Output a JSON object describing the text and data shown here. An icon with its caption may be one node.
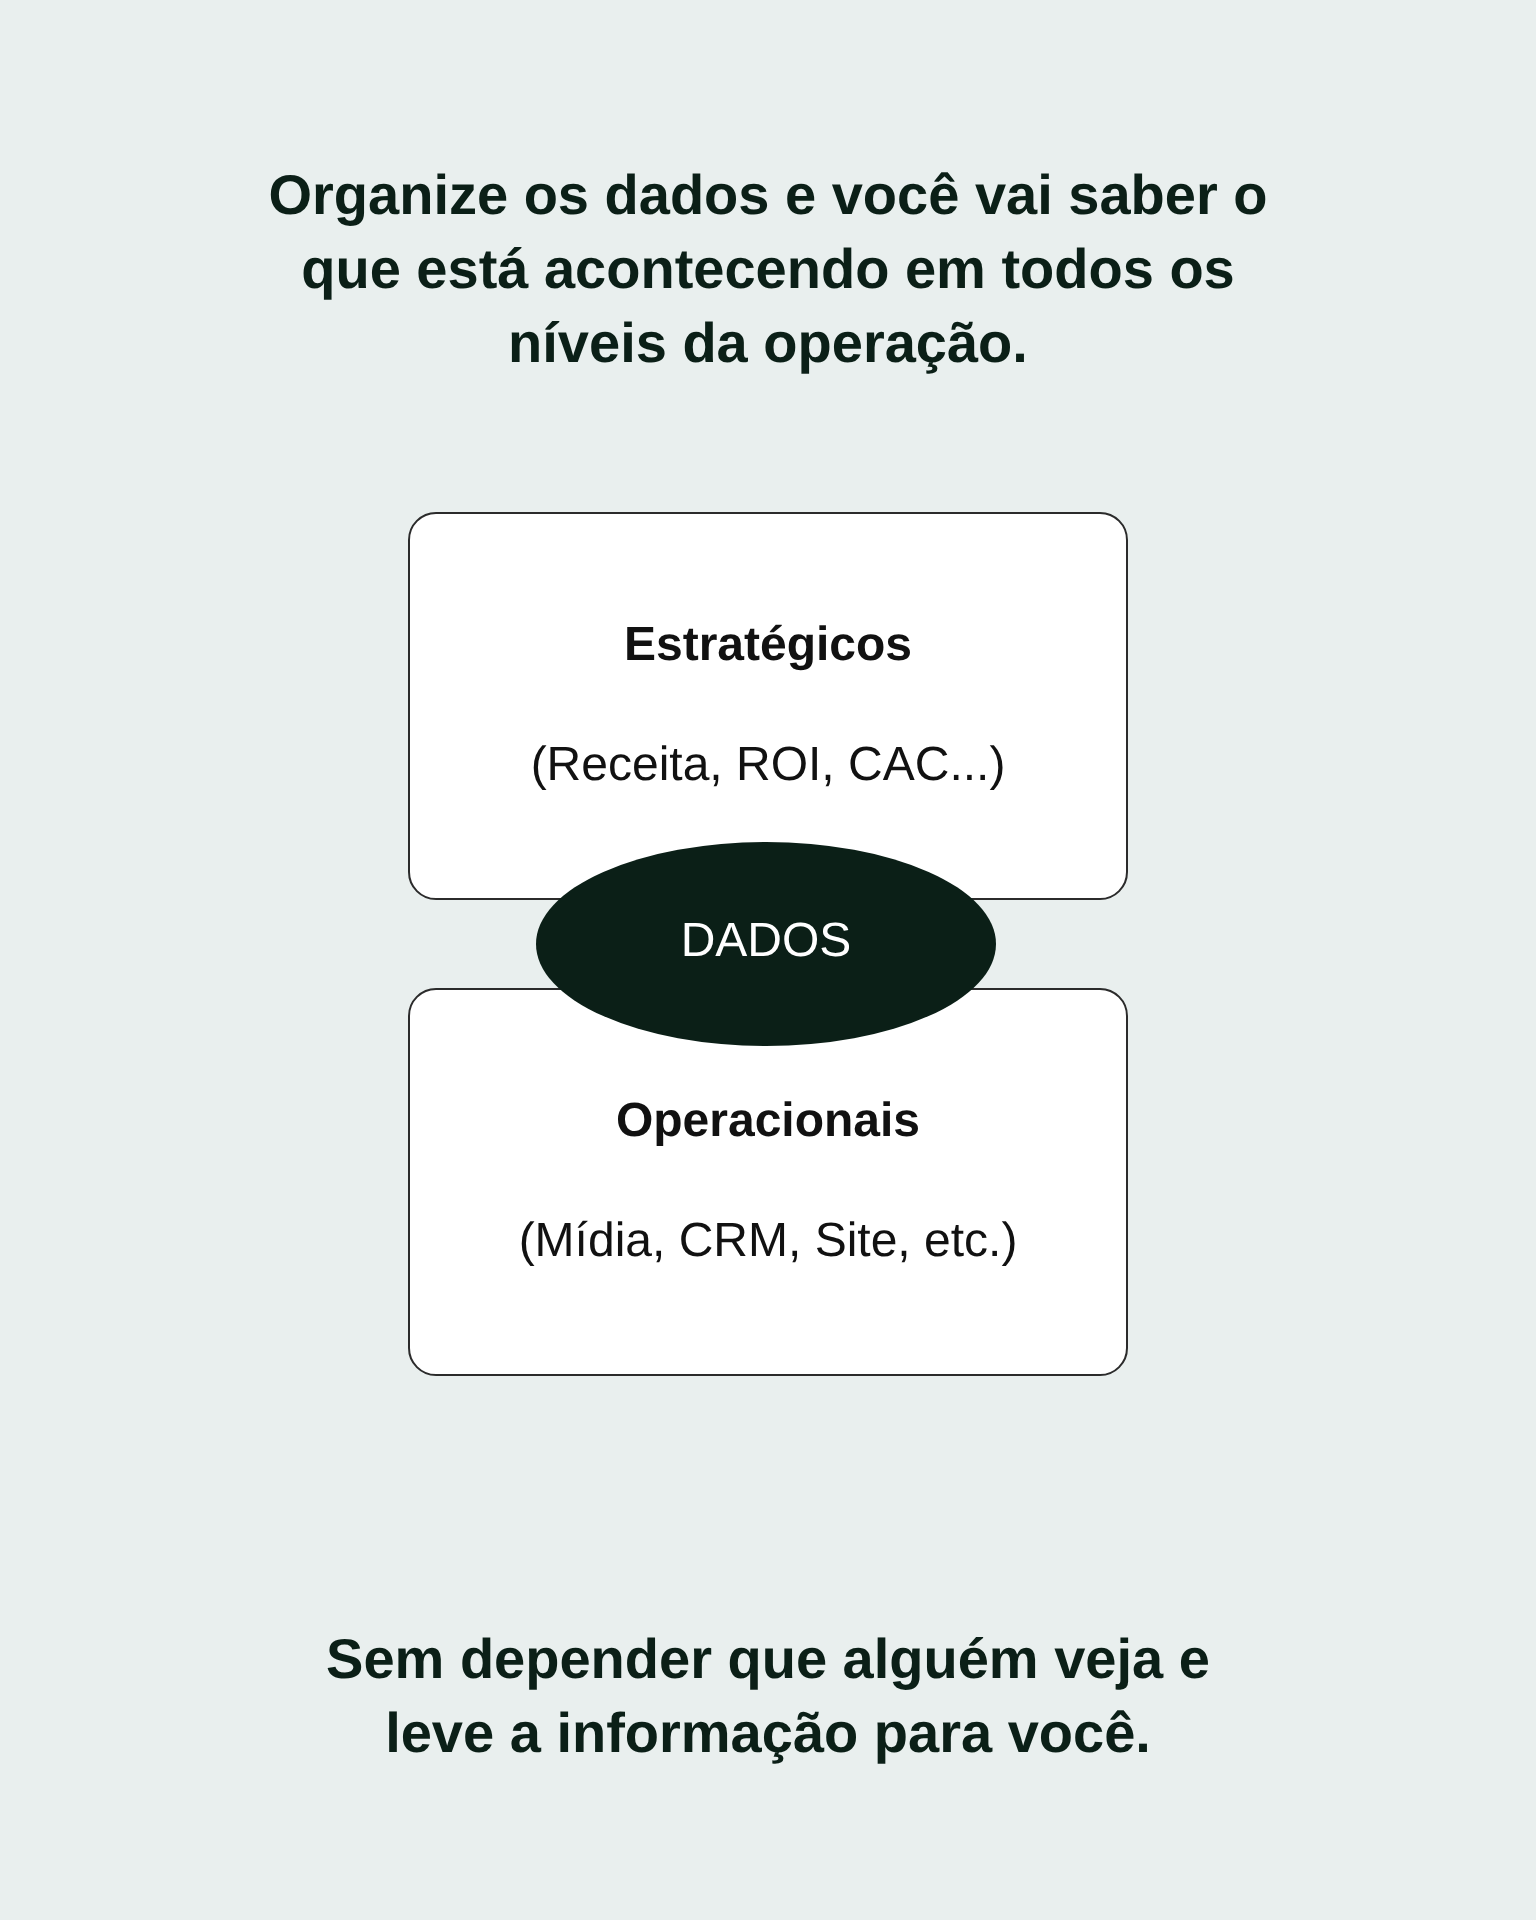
{
  "diagram": {
    "title": "Organize os dados e você vai saber o que está acontecendo em todos os níveis da operação.",
    "caption": "Sem depender que alguém veja e leve a informação para você.",
    "nodes": [
      {
        "text": [
          "Estratégicos",
          "(Receita, ROI, CAC...)"
        ]
      },
      {
        "text": [
          "DADOS"
        ]
      },
      {
        "text": [
          "Operacionais",
          "(Mídia, CRM, Site, etc.)"
        ]
      }
    ]
  }
}
